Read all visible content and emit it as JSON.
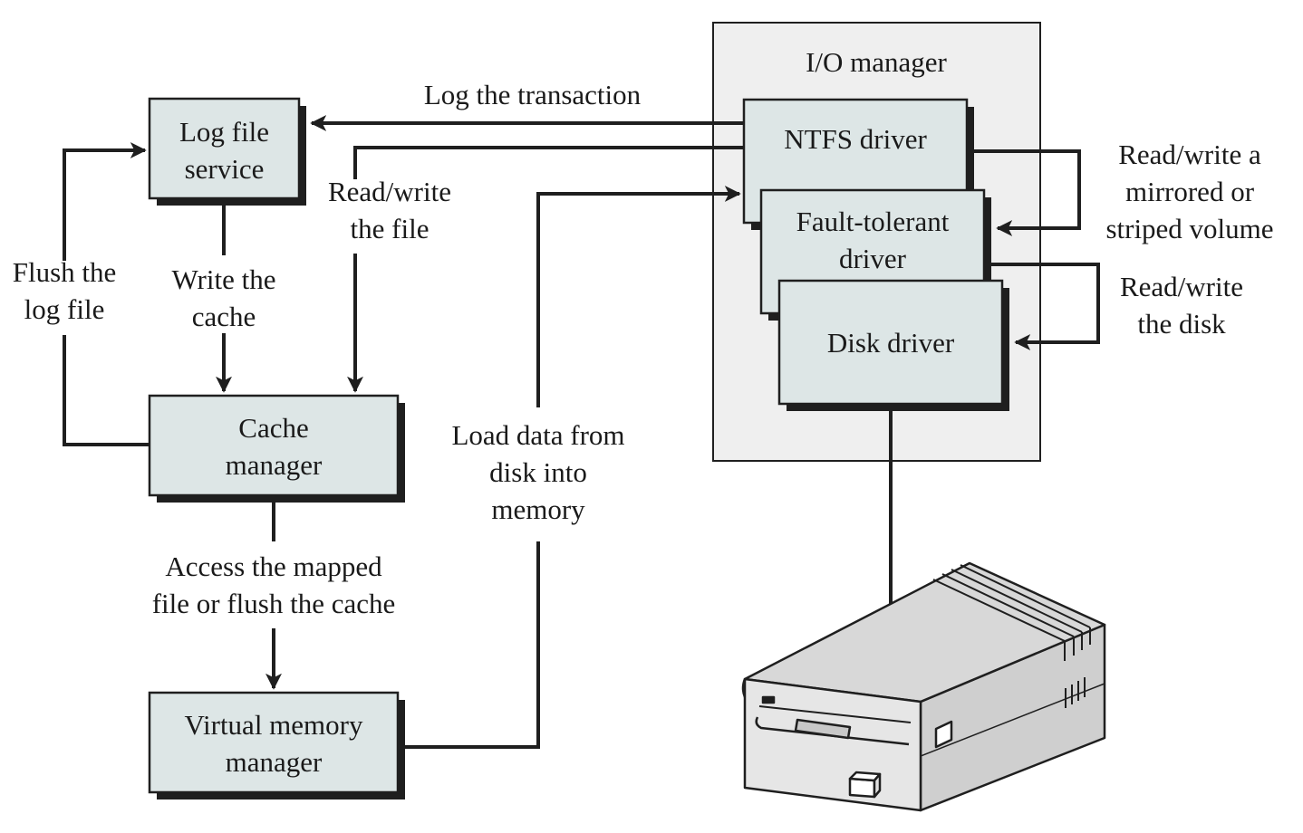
{
  "io_manager": {
    "title": "I/O manager"
  },
  "components": {
    "log_file_service": "Log file\nservice",
    "cache_manager": "Cache\nmanager",
    "virtual_memory_manager": "Virtual memory\nmanager",
    "ntfs_driver": "NTFS driver",
    "fault_tolerant_driver": "Fault-tolerant\ndriver",
    "disk_driver": "Disk driver"
  },
  "edges": {
    "log_transaction": "Log the transaction",
    "read_write_file": "Read/write\nthe file",
    "flush_log": "Flush the\nlog file",
    "write_cache": "Write the\ncache",
    "access_mapped": "Access the mapped\nfile or flush the cache",
    "load_data": "Load data from\ndisk into\nmemory",
    "mirrored_volume": "Read/write a\nmirrored or\nstriped volume",
    "read_write_disk": "Read/write\nthe disk"
  },
  "colors": {
    "box_fill": "#dde6e6",
    "panel_fill": "#efefef",
    "line": "#1f1f1f"
  },
  "icons": {
    "disk_device": "floppy-disk-drive-icon"
  }
}
